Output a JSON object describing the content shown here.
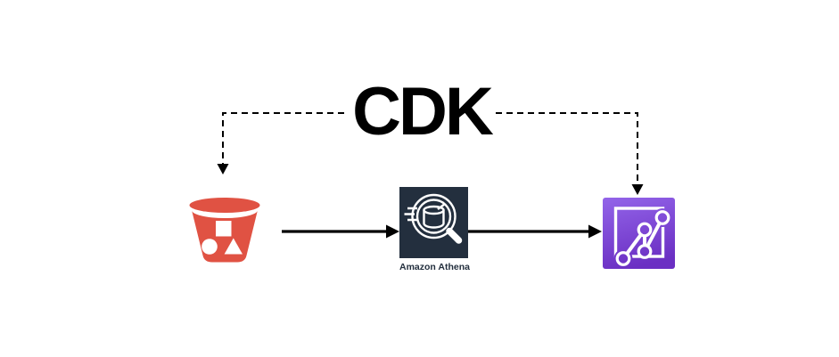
{
  "diagram": {
    "title": "CDK",
    "nodes": [
      {
        "id": "s3-bucket",
        "icon": "s3-bucket-icon",
        "label": ""
      },
      {
        "id": "athena",
        "icon": "athena-magnifier-icon",
        "label": "Amazon Athena"
      },
      {
        "id": "analytics",
        "icon": "line-chart-icon",
        "label": ""
      }
    ],
    "edges": [
      {
        "from": "cdk-title",
        "to": "s3-bucket",
        "style": "dashed-arrow"
      },
      {
        "from": "cdk-title",
        "to": "analytics",
        "style": "dashed-arrow"
      },
      {
        "from": "s3-bucket",
        "to": "athena",
        "style": "solid-arrow"
      },
      {
        "from": "athena",
        "to": "analytics",
        "style": "solid-arrow"
      }
    ]
  },
  "colors": {
    "background": "#ffffff",
    "line": "#000000",
    "s3_red": "#E05243",
    "athena_navy": "#232F3E",
    "analytics_purple_top": "#9263E8",
    "analytics_purple_bottom": "#6B2FC3",
    "label_text": "#232F3E"
  }
}
